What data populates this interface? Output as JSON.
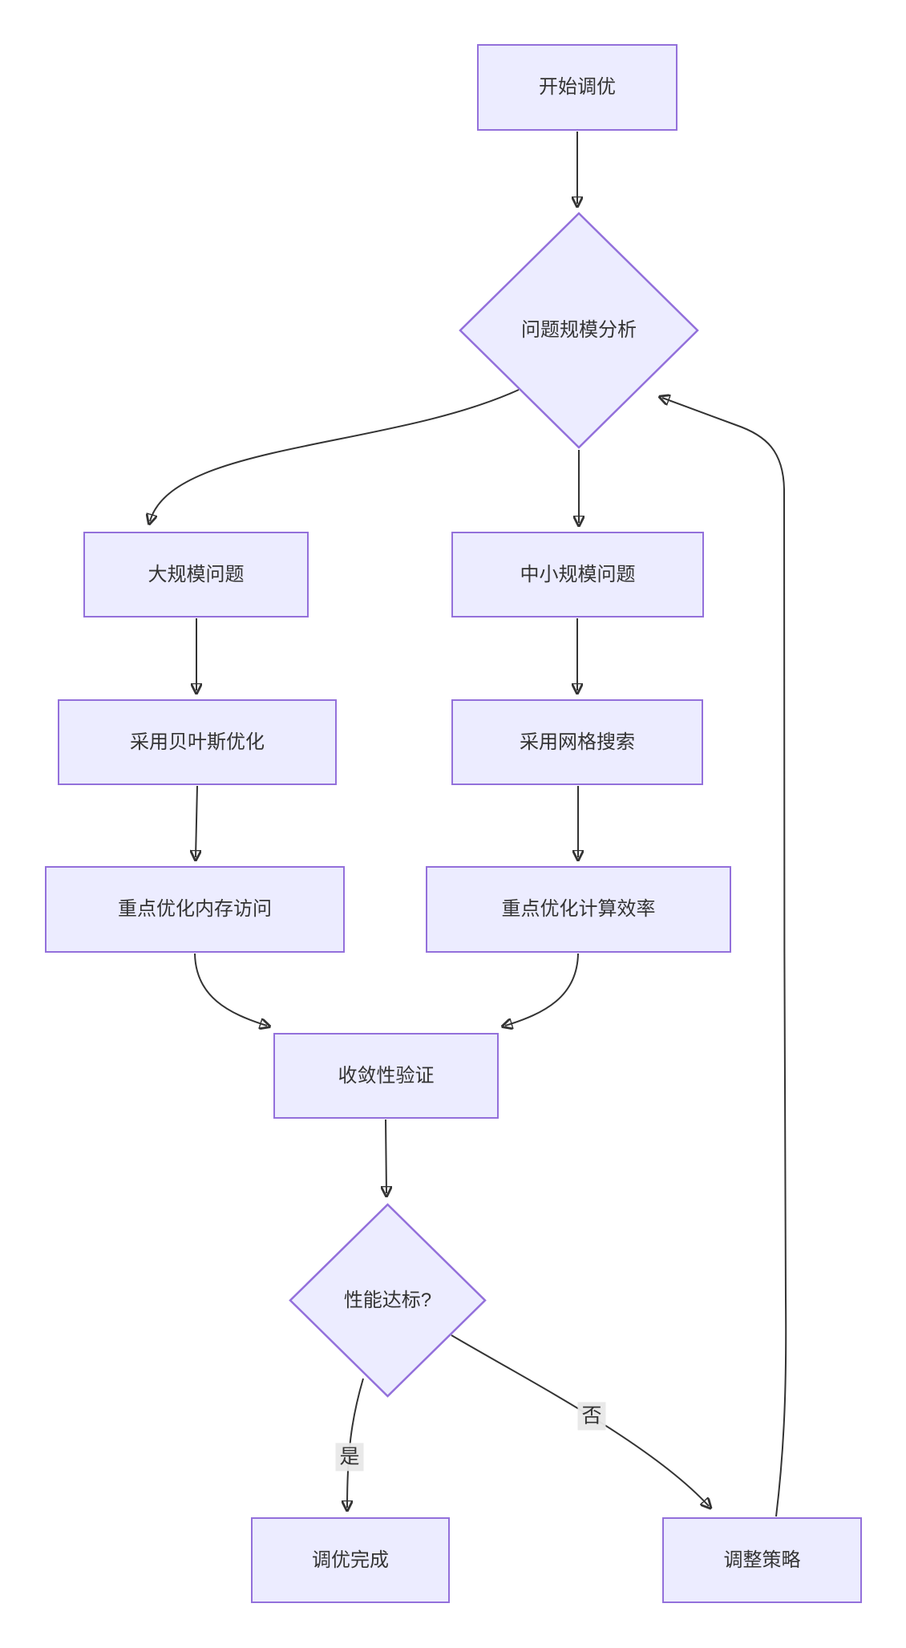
{
  "diagram": {
    "type": "flowchart",
    "direction": "top-down",
    "colors": {
      "background": "#ffffff",
      "node_fill": "#ECECFF",
      "node_border": "#9370DB",
      "edge_stroke": "#333333",
      "text": "#333333",
      "edge_label_bg": "#e8e8e8"
    },
    "nodes": [
      {
        "id": "start",
        "type": "rect",
        "label": "开始调优"
      },
      {
        "id": "scale-analysis",
        "type": "diamond",
        "label": "问题规模分析"
      },
      {
        "id": "large-problem",
        "type": "rect",
        "label": "大规模问题"
      },
      {
        "id": "mid-small-problem",
        "type": "rect",
        "label": "中小规模问题"
      },
      {
        "id": "bayesian-optimization",
        "type": "rect",
        "label": "采用贝叶斯优化"
      },
      {
        "id": "grid-search",
        "type": "rect",
        "label": "采用网格搜索"
      },
      {
        "id": "optimize-memory-access",
        "type": "rect",
        "label": "重点优化内存访问"
      },
      {
        "id": "optimize-compute-efficiency",
        "type": "rect",
        "label": "重点优化计算效率"
      },
      {
        "id": "convergence-validation",
        "type": "rect",
        "label": "收敛性验证"
      },
      {
        "id": "performance-check",
        "type": "diamond",
        "label": "性能达标?"
      },
      {
        "id": "tuning-complete",
        "type": "rect",
        "label": "调优完成"
      },
      {
        "id": "adjust-strategy",
        "type": "rect",
        "label": "调整策略"
      }
    ],
    "edges": [
      {
        "from": "start",
        "to": "scale-analysis",
        "label": ""
      },
      {
        "from": "scale-analysis",
        "to": "large-problem",
        "label": ""
      },
      {
        "from": "scale-analysis",
        "to": "mid-small-problem",
        "label": ""
      },
      {
        "from": "large-problem",
        "to": "bayesian-optimization",
        "label": ""
      },
      {
        "from": "mid-small-problem",
        "to": "grid-search",
        "label": ""
      },
      {
        "from": "bayesian-optimization",
        "to": "optimize-memory-access",
        "label": ""
      },
      {
        "from": "grid-search",
        "to": "optimize-compute-efficiency",
        "label": ""
      },
      {
        "from": "optimize-memory-access",
        "to": "convergence-validation",
        "label": ""
      },
      {
        "from": "optimize-compute-efficiency",
        "to": "convergence-validation",
        "label": ""
      },
      {
        "from": "convergence-validation",
        "to": "performance-check",
        "label": ""
      },
      {
        "from": "performance-check",
        "to": "tuning-complete",
        "label": "是"
      },
      {
        "from": "performance-check",
        "to": "adjust-strategy",
        "label": "否"
      },
      {
        "from": "adjust-strategy",
        "to": "scale-analysis",
        "label": ""
      }
    ]
  }
}
